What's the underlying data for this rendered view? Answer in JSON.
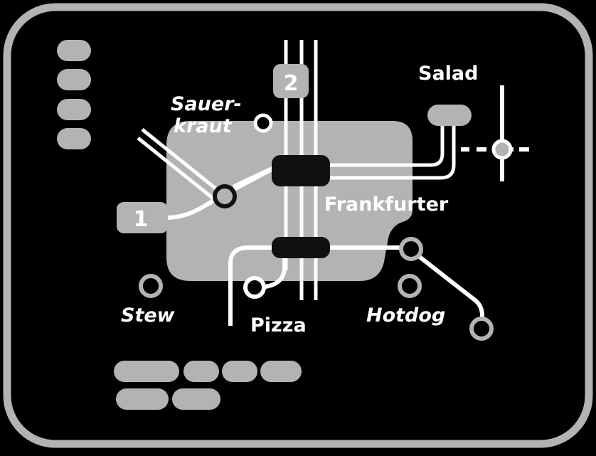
{
  "colors": {
    "background": "#000000",
    "frame": "#b3b3b3",
    "zone": "#b3b3b3",
    "line": "#ffffff",
    "station_dark": "#111111"
  },
  "lines": {
    "line_1": "1",
    "line_2": "2"
  },
  "stations": {
    "sauerkraut_line1": "Sauer-",
    "sauerkraut_line2": "kraut",
    "salad": "Salad",
    "frankfurter": "Frankfurter",
    "stew": "Stew",
    "pizza": "Pizza",
    "hotdog": "Hotdog"
  },
  "icons": {
    "legend": "pill-placeholder-icon",
    "station": "station-ring-icon",
    "interchange": "interchange-bar-icon"
  }
}
